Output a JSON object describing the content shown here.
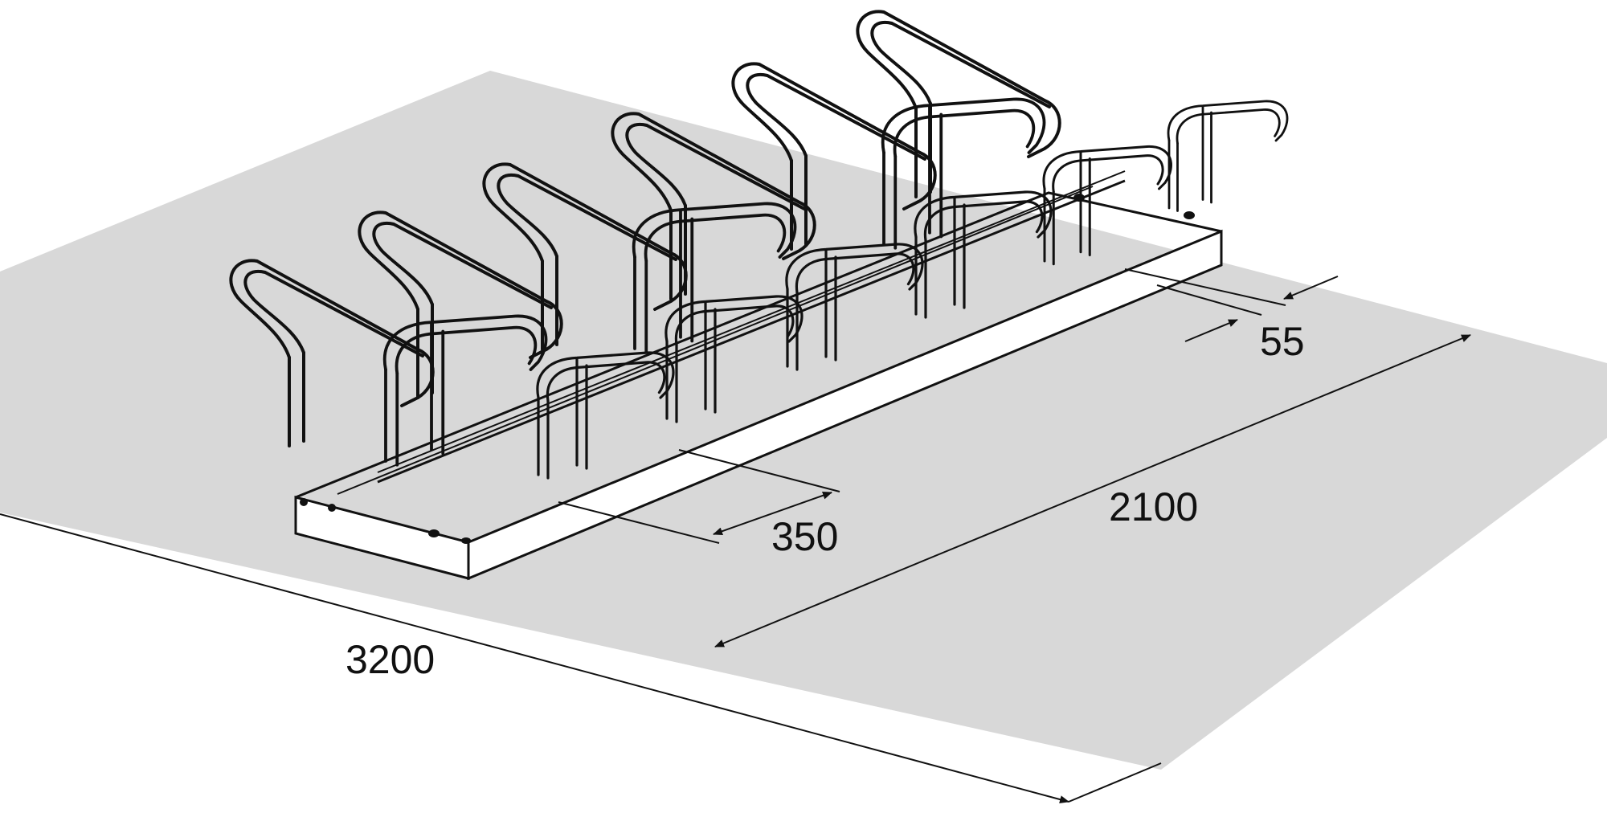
{
  "diagram": {
    "subject": "Double-sided bicycle rack on floor area",
    "colors": {
      "floor": "#d8d8d8",
      "line": "#111111",
      "background": "#ffffff"
    },
    "dimensions": {
      "floor_length": "3200",
      "floor_width": "2100",
      "slot_spacing": "350",
      "offset": "55"
    }
  }
}
